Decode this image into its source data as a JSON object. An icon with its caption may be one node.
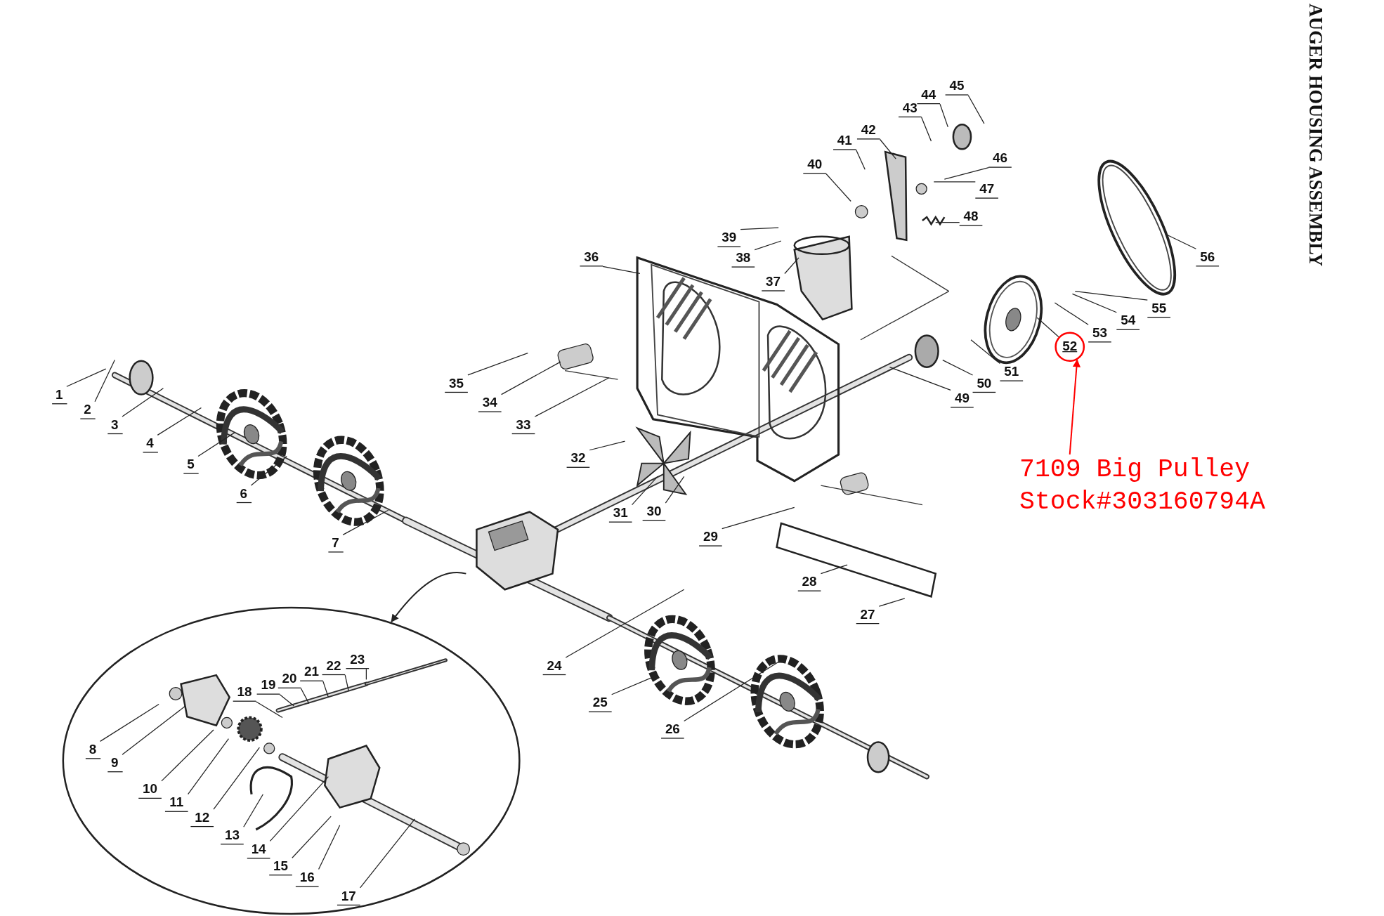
{
  "diagram": {
    "title": "AUGER HOUSING ASSEMBLY",
    "nodes": [
      {
        "text": [],
        "shape": "circle"
      },
      {
        "text": [
          "1"
        ]
      },
      {
        "text": [
          "2"
        ]
      },
      {
        "text": [
          "3"
        ]
      },
      {
        "text": [
          "4"
        ]
      },
      {
        "text": [
          "5"
        ]
      },
      {
        "text": [
          "6"
        ]
      },
      {
        "text": [
          "7"
        ]
      },
      {
        "text": [
          "8"
        ],
        "in": 0
      },
      {
        "text": [
          "9"
        ],
        "in": 0
      },
      {
        "text": [
          "10"
        ],
        "in": 0
      },
      {
        "text": [
          "11"
        ],
        "in": 0
      },
      {
        "text": [
          "12"
        ],
        "in": 0
      },
      {
        "text": [
          "13"
        ],
        "in": 0
      },
      {
        "text": [
          "14"
        ],
        "in": 0
      },
      {
        "text": [
          "15"
        ],
        "in": 0
      },
      {
        "text": [
          "16"
        ],
        "in": 0
      },
      {
        "text": [
          "17"
        ],
        "in": 0
      },
      {
        "text": [
          "18"
        ],
        "in": 0
      },
      {
        "text": [
          "19"
        ],
        "in": 0
      },
      {
        "text": [
          "20"
        ],
        "in": 0
      },
      {
        "text": [
          "21"
        ],
        "in": 0
      },
      {
        "text": [
          "22"
        ],
        "in": 0
      },
      {
        "text": [
          "23"
        ],
        "in": 0
      },
      {
        "text": [
          "24"
        ]
      },
      {
        "text": [
          "25"
        ]
      },
      {
        "text": [
          "26"
        ]
      },
      {
        "text": [
          "27"
        ]
      },
      {
        "text": [
          "28"
        ]
      },
      {
        "text": [
          "29"
        ]
      },
      {
        "text": [
          "30"
        ]
      },
      {
        "text": [
          "31"
        ]
      },
      {
        "text": [
          "32"
        ]
      },
      {
        "text": [
          "33"
        ]
      },
      {
        "text": [
          "34"
        ]
      },
      {
        "text": [
          "35"
        ]
      },
      {
        "text": [
          "36"
        ]
      },
      {
        "text": [
          "37"
        ]
      },
      {
        "text": [
          "38"
        ]
      },
      {
        "text": [
          "39"
        ]
      },
      {
        "text": [
          "40"
        ]
      },
      {
        "text": [
          "41"
        ]
      },
      {
        "text": [
          "42"
        ]
      },
      {
        "text": [
          "43"
        ]
      },
      {
        "text": [
          "44"
        ]
      },
      {
        "text": [
          "45"
        ]
      },
      {
        "text": [
          "46"
        ]
      },
      {
        "text": [
          "47"
        ]
      },
      {
        "text": [
          "48"
        ]
      },
      {
        "text": [
          "49"
        ]
      },
      {
        "text": [
          "50"
        ]
      },
      {
        "text": [
          "51"
        ]
      },
      {
        "text": [
          "52"
        ]
      },
      {
        "text": [
          "53"
        ]
      },
      {
        "text": [
          "54"
        ]
      },
      {
        "text": [
          "55"
        ]
      },
      {
        "text": [
          "56"
        ]
      },
      {
        "text": [
          "7109 Big Pulley Stock#303160794A"
        ]
      }
    ],
    "edges": [
      {
        "from": 1,
        "to": null,
        "arrow": "none"
      },
      {
        "from": 2,
        "to": null,
        "arrow": "none"
      },
      {
        "from": 3,
        "to": null,
        "arrow": "none"
      },
      {
        "from": 4,
        "to": null,
        "arrow": "none"
      },
      {
        "from": 5,
        "to": null,
        "arrow": "none"
      },
      {
        "from": 6,
        "to": null,
        "arrow": "none"
      },
      {
        "from": 7,
        "to": null,
        "arrow": "none"
      },
      {
        "from": 8,
        "to": null,
        "arrow": "none"
      },
      {
        "from": 9,
        "to": null,
        "arrow": "none"
      },
      {
        "from": 10,
        "to": null,
        "arrow": "none"
      },
      {
        "from": 11,
        "to": null,
        "arrow": "none"
      },
      {
        "from": 12,
        "to": null,
        "arrow": "none"
      },
      {
        "from": 13,
        "to": null,
        "arrow": "none"
      },
      {
        "from": 14,
        "to": null,
        "arrow": "none"
      },
      {
        "from": 15,
        "to": null,
        "arrow": "none"
      },
      {
        "from": 16,
        "to": null,
        "arrow": "none"
      },
      {
        "from": 17,
        "to": null,
        "arrow": "none"
      },
      {
        "from": 18,
        "to": null,
        "arrow": "none"
      },
      {
        "from": 19,
        "to": null,
        "arrow": "none"
      },
      {
        "from": 20,
        "to": null,
        "arrow": "none"
      },
      {
        "from": 21,
        "to": null,
        "arrow": "none"
      },
      {
        "from": 22,
        "to": null,
        "arrow": "none"
      },
      {
        "from": 23,
        "to": null,
        "arrow": "none"
      },
      {
        "from": 24,
        "to": null,
        "arrow": "none"
      },
      {
        "from": 25,
        "to": null,
        "arrow": "none"
      },
      {
        "from": 26,
        "to": null,
        "arrow": "none"
      },
      {
        "from": 27,
        "to": null,
        "arrow": "none"
      },
      {
        "from": 28,
        "to": null,
        "arrow": "none"
      },
      {
        "from": 29,
        "to": null,
        "arrow": "none"
      },
      {
        "from": 30,
        "to": null,
        "arrow": "none"
      },
      {
        "from": 31,
        "to": null,
        "arrow": "none"
      },
      {
        "from": 32,
        "to": null,
        "arrow": "none"
      },
      {
        "from": 33,
        "to": null,
        "arrow": "none"
      },
      {
        "from": 34,
        "to": null,
        "arrow": "none"
      },
      {
        "from": 35,
        "to": null,
        "arrow": "none"
      },
      {
        "from": 36,
        "to": null,
        "arrow": "none"
      },
      {
        "from": 37,
        "to": null,
        "arrow": "none"
      },
      {
        "from": 38,
        "to": null,
        "arrow": "none"
      },
      {
        "from": 39,
        "to": null,
        "arrow": "none"
      },
      {
        "from": 40,
        "to": null,
        "arrow": "none"
      },
      {
        "from": 41,
        "to": null,
        "arrow": "none"
      },
      {
        "from": 42,
        "to": null,
        "arrow": "none"
      },
      {
        "from": 43,
        "to": null,
        "arrow": "none"
      },
      {
        "from": 44,
        "to": null,
        "arrow": "none"
      },
      {
        "from": 45,
        "to": null,
        "arrow": "none"
      },
      {
        "from": 46,
        "to": null,
        "arrow": "none"
      },
      {
        "from": 47,
        "to": null,
        "arrow": "none"
      },
      {
        "from": 48,
        "to": null,
        "arrow": "none"
      },
      {
        "from": 49,
        "to": null,
        "arrow": "none"
      },
      {
        "from": 50,
        "to": null,
        "arrow": "none"
      },
      {
        "from": 51,
        "to": null,
        "arrow": "none"
      },
      {
        "from": 52,
        "to": null,
        "arrow": "none"
      },
      {
        "from": 53,
        "to": null,
        "arrow": "none"
      },
      {
        "from": 54,
        "to": null,
        "arrow": "none"
      },
      {
        "from": 55,
        "to": null,
        "arrow": "none"
      },
      {
        "from": 56,
        "to": null,
        "arrow": "none"
      },
      {
        "from": 57,
        "to": 52,
        "arrow": "to",
        "color": "#ff0000"
      },
      {
        "from": null,
        "to": 0,
        "arrow": "to"
      }
    ]
  }
}
